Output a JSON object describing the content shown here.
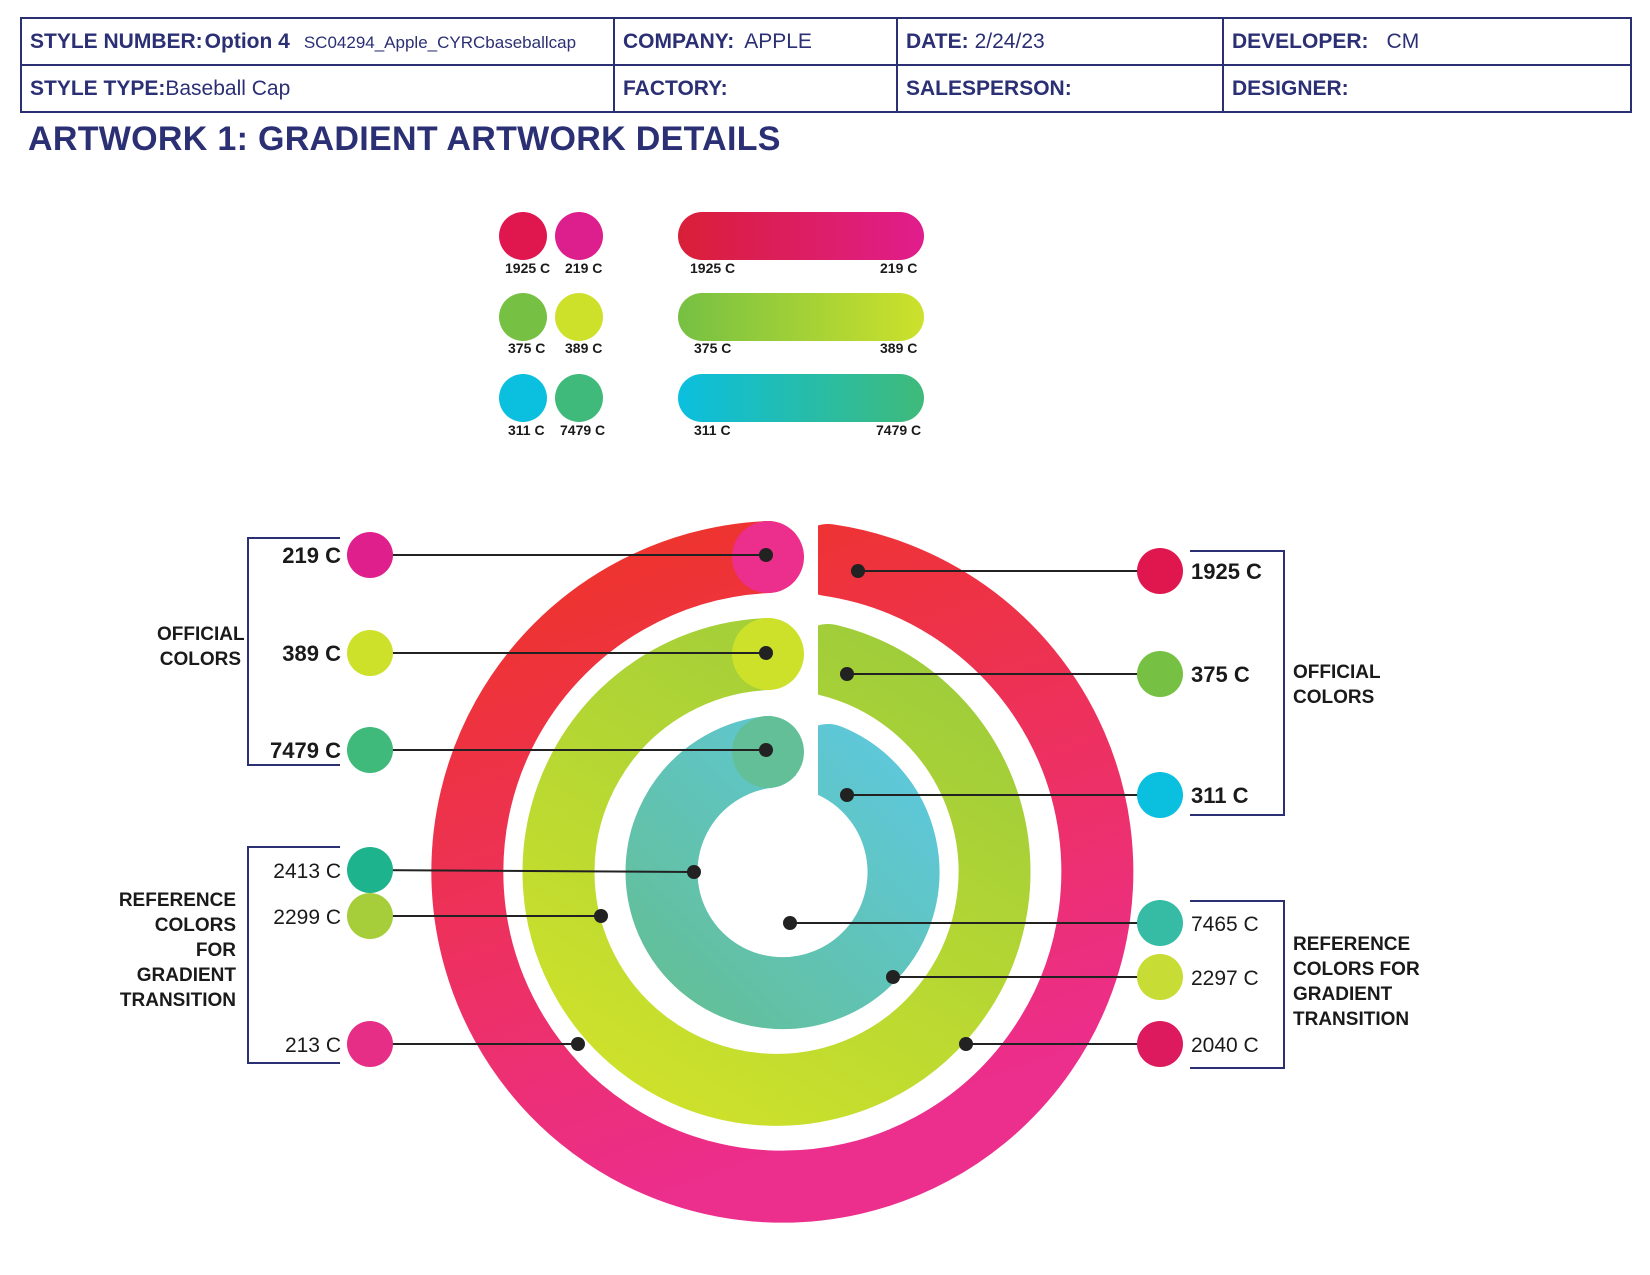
{
  "header": {
    "style_number_label": "STYLE NUMBER:",
    "style_number_value": "Option 4",
    "style_number_code": "SC04294_Apple_CYRCbaseballcap",
    "company_label": "COMPANY:",
    "company_value": "APPLE",
    "date_label": "DATE:",
    "date_value": "2/24/23",
    "developer_label": "DEVELOPER:",
    "developer_value": "CM",
    "style_type_label": "STYLE TYPE:",
    "style_type_value": "Baseball Cap",
    "factory_label": "FACTORY:",
    "factory_value": "",
    "salesperson_label": "SALESPERSON:",
    "salesperson_value": "",
    "designer_label": "DESIGNER:",
    "designer_value": ""
  },
  "title": "ARTWORK 1: GRADIENT ARTWORK DETAILS",
  "swatch_pairs": [
    {
      "a": {
        "label": "1925 C",
        "color": "#e0164f"
      },
      "b": {
        "label": "219 C",
        "color": "#dc1f8c"
      }
    },
    {
      "a": {
        "label": "375 C",
        "color": "#76c043"
      },
      "b": {
        "label": "389 C",
        "color": "#cde12b"
      }
    },
    {
      "a": {
        "label": "311 C",
        "color": "#0bbfdf"
      },
      "b": {
        "label": "7479 C",
        "color": "#3fba7a"
      }
    }
  ],
  "gradient_bars": [
    {
      "start_label": "1925 C",
      "end_label": "219 C",
      "start_color": "#d91f37",
      "end_color": "#e01d8d"
    },
    {
      "start_label": "375 C",
      "end_label": "389 C",
      "start_color": "#76c043",
      "end_color": "#cde12b"
    },
    {
      "start_label": "311 C",
      "end_label": "7479 C",
      "start_color": "#0bbfdf",
      "end_color": "#3fba7a"
    }
  ],
  "rings": {
    "outer": {
      "start_color": "#ee3427",
      "end_color": "#ec2e8c"
    },
    "middle": {
      "start_color": "#9fcd3a",
      "end_color": "#cde12b"
    },
    "inner": {
      "start_color": "#5ec8dc",
      "end_color": "#63bf97"
    }
  },
  "left_callouts": {
    "official_group_label": "OFFICIAL\nCOLORS",
    "reference_group_label": "REFERENCE\nCOLORS FOR\nGRADIENT\nTRANSITION",
    "items": [
      {
        "label": "219 C",
        "color": "#df1f8c",
        "bold": true
      },
      {
        "label": "389 C",
        "color": "#cde12b",
        "bold": true
      },
      {
        "label": "7479 C",
        "color": "#3fba7a",
        "bold": true
      },
      {
        "label": "2413 C",
        "color": "#1db38c",
        "bold": false
      },
      {
        "label": "2299 C",
        "color": "#a5ce3a",
        "bold": false
      },
      {
        "label": "213 C",
        "color": "#e62e87",
        "bold": false
      }
    ]
  },
  "right_callouts": {
    "official_group_label": "OFFICIAL\nCOLORS",
    "reference_group_label": "REFERENCE\nCOLORS FOR\nGRADIENT\nTRANSITION",
    "items": [
      {
        "label": "1925 C",
        "color": "#e0164f",
        "bold": true
      },
      {
        "label": "375 C",
        "color": "#76c043",
        "bold": true
      },
      {
        "label": "311 C",
        "color": "#0bbfdf",
        "bold": true
      },
      {
        "label": "7465 C",
        "color": "#36bba5",
        "bold": false
      },
      {
        "label": "2297 C",
        "color": "#c7dc34",
        "bold": false
      },
      {
        "label": "2040 C",
        "color": "#dc1a5d",
        "bold": false
      }
    ]
  }
}
